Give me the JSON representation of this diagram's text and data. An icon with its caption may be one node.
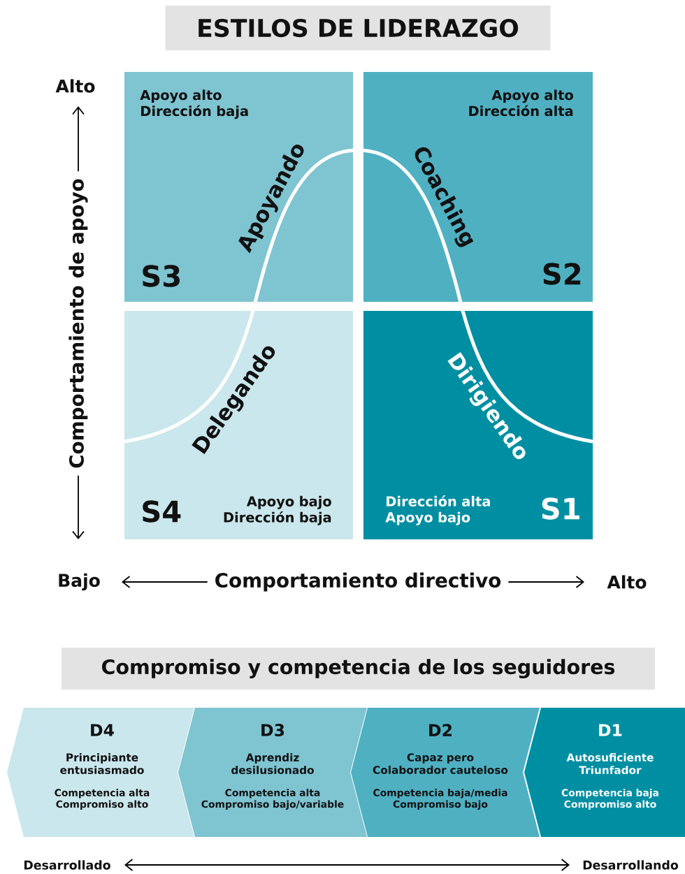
{
  "diagram": {
    "title": "ESTILOS DE LIDERAZGO",
    "nodes": [
      {
        "text": [
          "Apoyo alto Dirección baja",
          "Apoyando",
          "S3"
        ]
      },
      {
        "text": [
          "Apoyo alto Dirección alta",
          "Coaching",
          "S2"
        ]
      },
      {
        "text": [
          "Delegando",
          "S4",
          "Apoyo bajo Dirección baja"
        ]
      },
      {
        "text": [
          "Dirigiendo",
          "Dirección alta Apoyo bajo",
          "S1"
        ]
      },
      {
        "text": [
          "Compromiso y competencia de los seguidores"
        ]
      },
      {
        "text": [
          "D4",
          "Principiante entusiasmado",
          "Competencia alta Compromiso alto"
        ]
      },
      {
        "text": [
          "D3",
          "Aprendiz desilusionado",
          "Competencia alta Compromiso bajo/variable"
        ]
      },
      {
        "text": [
          "D2",
          "Capaz pero Colaborador cauteloso",
          "Competencia baja/media Compromiso bajo"
        ]
      },
      {
        "text": [
          "D1",
          "Autosuficiente Triunfador",
          "Competencia baja Compromiso alto"
        ]
      }
    ],
    "labels": [
      "Alto",
      "Comportamiento de apoyo",
      "Bajo",
      "Comportamiento directivo",
      "Alto",
      "Desarrollado",
      "Desarrollando"
    ]
  }
}
